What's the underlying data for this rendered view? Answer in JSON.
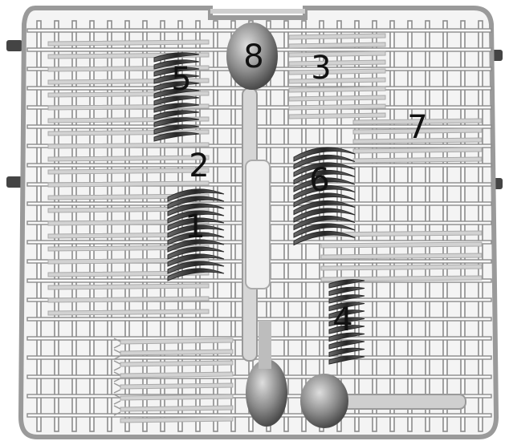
{
  "colors": {
    "frame": "#9a9a9a",
    "grid": "#8c8c8c",
    "cutlery_dark": "#3c3c3c",
    "cutlery_light": "#c9c9c9",
    "ladle": "#7a7a7a",
    "label": "#111111"
  },
  "labels": [
    "1",
    "2",
    "3",
    "4",
    "5",
    "6",
    "7",
    "8"
  ]
}
